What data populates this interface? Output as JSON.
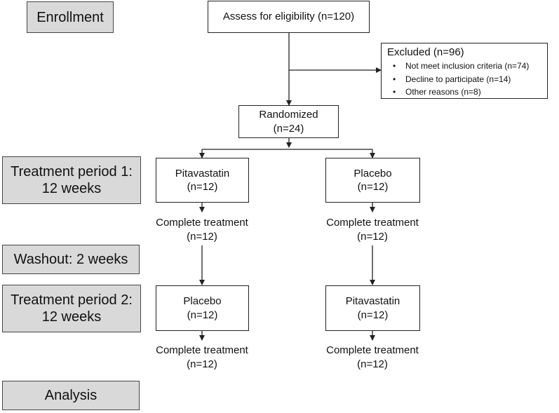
{
  "stages": {
    "enrollment": "Enrollment",
    "treatment1_line1": "Treatment period 1:",
    "treatment1_line2": "12 weeks",
    "washout": "Washout: 2 weeks",
    "treatment2_line1": "Treatment period 2:",
    "treatment2_line2": "12 weeks",
    "analysis": "Analysis"
  },
  "flow": {
    "assess": "Assess for eligibility (n=120)",
    "excluded": {
      "title": "Excluded (n=96)",
      "reasons": [
        "Not meet inclusion criteria (n=74)",
        "Decline to participate (n=14)",
        "Other reasons (n=8)"
      ]
    },
    "randomized": {
      "label": "Randomized",
      "n": "(n=24)"
    },
    "period1": {
      "left": {
        "label": "Pitavastatin",
        "n": "(n=12)"
      },
      "right": {
        "label": "Placebo",
        "n": "(n=12)"
      }
    },
    "complete1": {
      "left": {
        "label": "Complete treatment",
        "n": "(n=12)"
      },
      "right": {
        "label": "Complete treatment",
        "n": "(n=12)"
      }
    },
    "period2": {
      "left": {
        "label": "Placebo",
        "n": "(n=12)"
      },
      "right": {
        "label": "Pitavastatin",
        "n": "(n=12)"
      }
    },
    "complete2": {
      "left": {
        "label": "Complete treatment",
        "n": "(n=12)"
      },
      "right": {
        "label": "Complete treatment",
        "n": "(n=12)"
      }
    }
  },
  "colors": {
    "stage_fill": "#d9d9d9",
    "line": "#222222"
  }
}
